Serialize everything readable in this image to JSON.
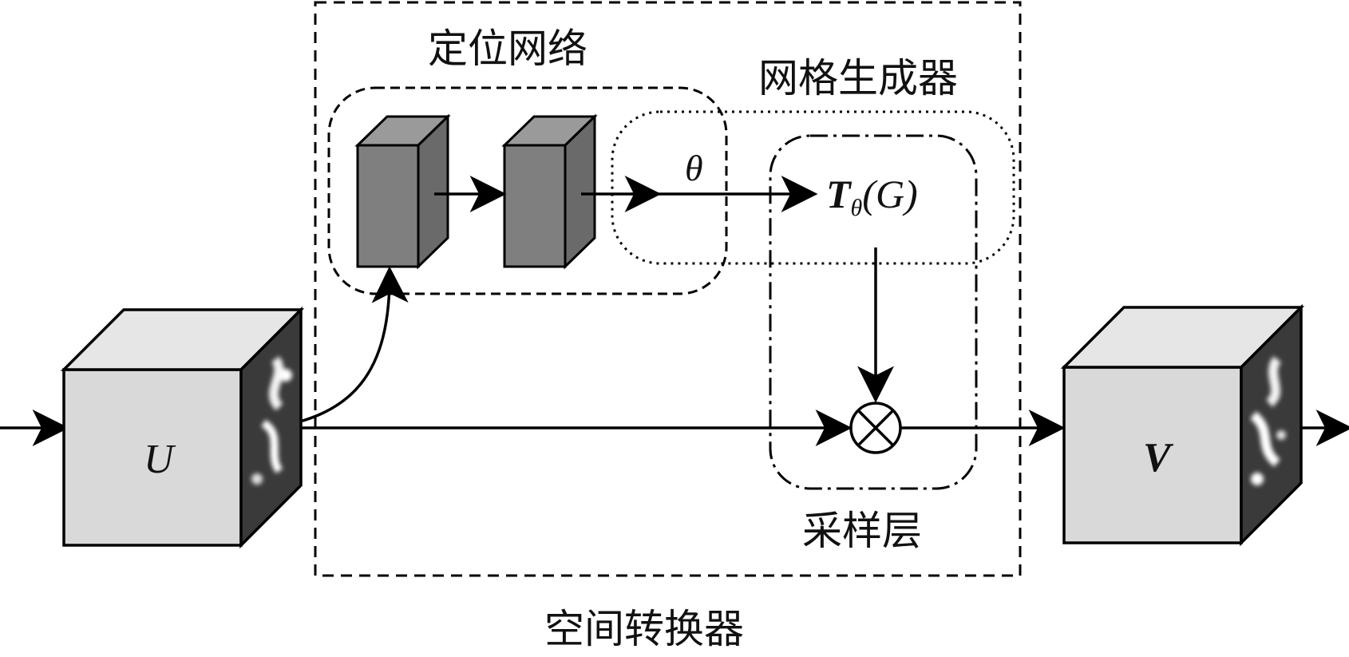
{
  "labels": {
    "localization_network": "定位网络",
    "grid_generator": "网格生成器",
    "sampler": "采样层",
    "spatial_transformer": "空间转换器",
    "theta": "θ",
    "transform_T": "T",
    "transform_sub": "θ",
    "transform_args": "(G)",
    "input_map": "U",
    "output_map": "V",
    "multiply_symbol": "⊗"
  },
  "colors": {
    "line": "#000000",
    "cube_face": "#d9d9d9",
    "cube_top": "#e6e6e6",
    "cube_side": "#3a3a3a",
    "block_face": "#7f7f7f",
    "block_top": "#9a9a9a",
    "block_side": "#6a6a6a"
  }
}
